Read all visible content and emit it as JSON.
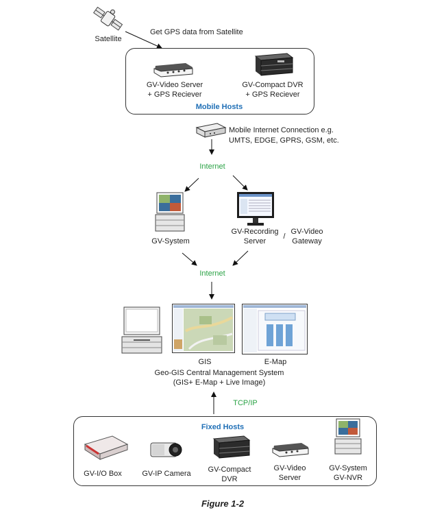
{
  "satellite": {
    "label": "Satellite",
    "note": "Get GPS data from Satellite"
  },
  "mobile_hosts": {
    "title": "Mobile Hosts",
    "video_server": [
      "GV-Video Server",
      "+ GPS Reciever"
    ],
    "compact_dvr": [
      "GV-Compact DVR",
      "+ GPS Reciever"
    ]
  },
  "mobile_connection": [
    "Mobile Internet Connection e.g.",
    "UMTS, EDGE, GPRS, GSM, etc."
  ],
  "internet_1": "Internet",
  "gv_system": "GV-System",
  "gv_recording": [
    "GV-Recording",
    "Server"
  ],
  "slash": "/",
  "gv_video_gateway": [
    "GV-Video",
    "Gateway"
  ],
  "internet_2": "Internet",
  "gis": {
    "gis_label": "GIS",
    "emap_label": "E-Map",
    "title": "Geo-GIS Central Management System",
    "subtitle": "(GIS+ E-Map + Live Image)"
  },
  "tcpip": "TCP/IP",
  "fixed_hosts": {
    "title": "Fixed Hosts",
    "io_box": "GV-I/O Box",
    "ip_camera": "GV-IP Camera",
    "compact_dvr": [
      "GV-Compact",
      "DVR"
    ],
    "video_server": [
      "GV-Video",
      "Server"
    ],
    "system_nvr": [
      "GV-System",
      "GV-NVR"
    ]
  },
  "figure_caption": "Figure 1-2",
  "colors": {
    "accent_blue": "#1f6fb6",
    "accent_green": "#2aa245"
  }
}
